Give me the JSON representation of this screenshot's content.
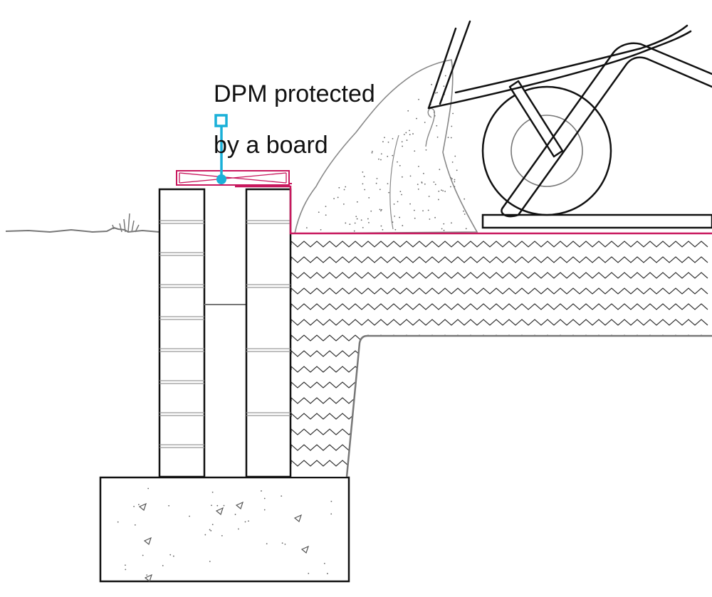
{
  "annotation": {
    "line1": "DPM protected",
    "line2": "by a board"
  },
  "colors": {
    "dpm": "#c8175d",
    "callout": "#1ab0d8",
    "outline": "#111111",
    "ground": "#777777",
    "hatch": "#333333",
    "sand": "#888888"
  },
  "icons": {
    "callout_marker": "square-pin-marker",
    "tool": "wheelbarrow-icon"
  }
}
